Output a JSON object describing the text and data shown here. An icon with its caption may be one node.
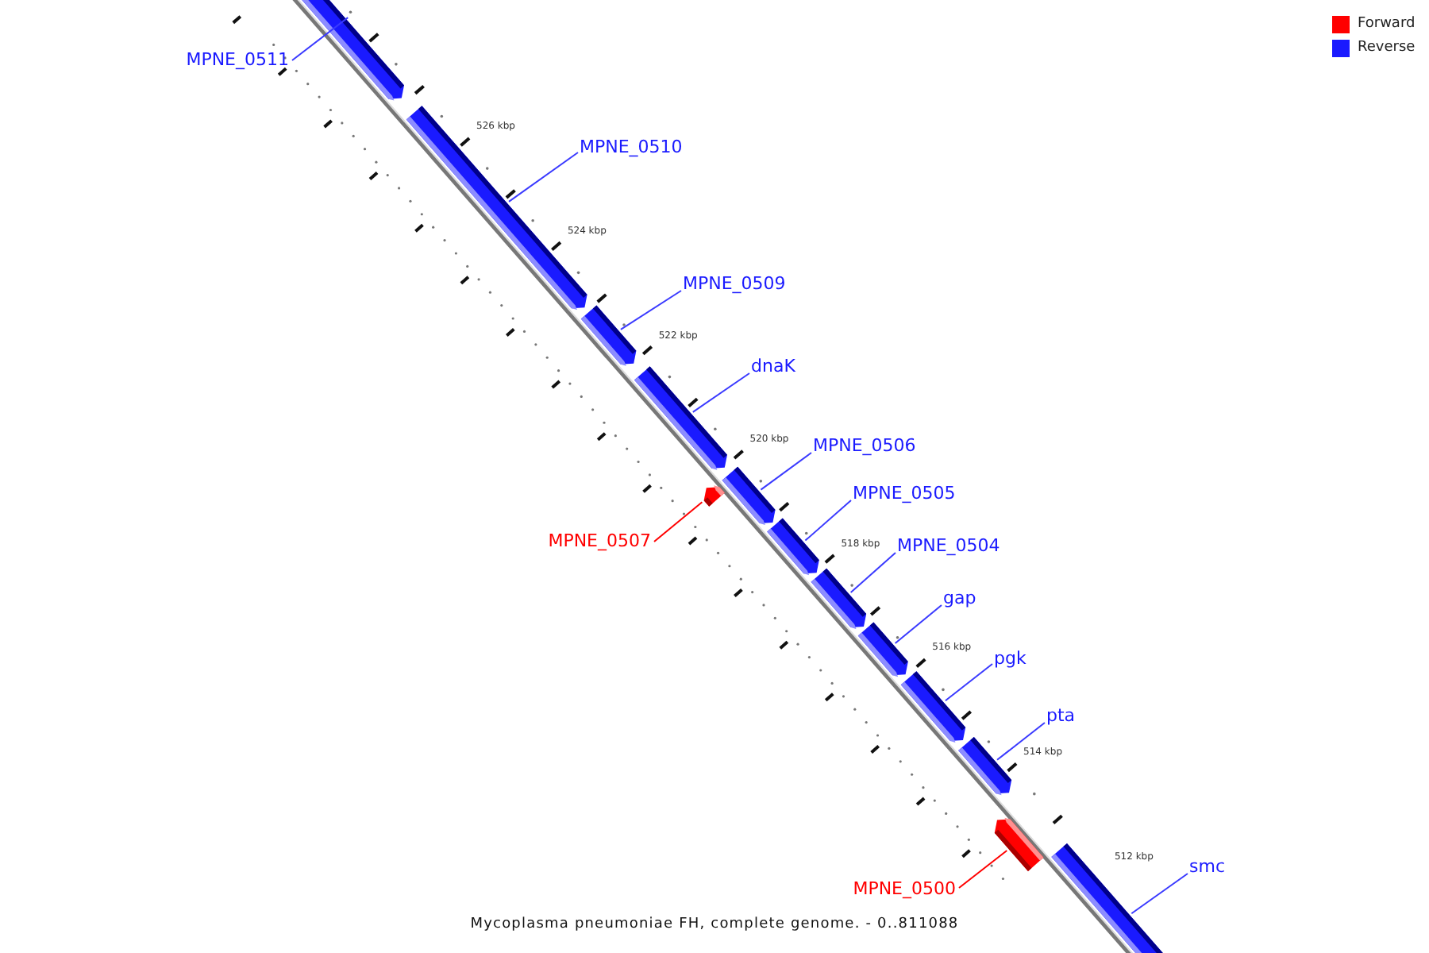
{
  "diagram": {
    "caption": "Mycoplasma pneumoniae FH, complete genome. - 0..811088",
    "nodes": [
      {
        "text": [
          "MPNE_0511"
        ]
      },
      {
        "text": [
          "MPNE_0510"
        ]
      },
      {
        "text": [
          "MPNE_0509"
        ]
      },
      {
        "text": [
          "dnaK"
        ]
      },
      {
        "text": [
          "MPNE_0506"
        ]
      },
      {
        "text": [
          "MPNE_0505"
        ]
      },
      {
        "text": [
          "MPNE_0507"
        ]
      },
      {
        "text": [
          "MPNE_0504"
        ]
      },
      {
        "text": [
          "gap"
        ]
      },
      {
        "text": [
          "pgk"
        ]
      },
      {
        "text": [
          "pta"
        ]
      },
      {
        "text": [
          "smc"
        ]
      },
      {
        "text": [
          "MPNE_0500"
        ]
      },
      {
        "text": [],
        "shape": "bar"
      },
      {
        "text": [],
        "shape": "bar"
      },
      {
        "text": [],
        "shape": "bar"
      },
      {
        "text": [],
        "shape": "bar"
      },
      {
        "text": [],
        "shape": "bar"
      },
      {
        "text": [],
        "shape": "bar"
      },
      {
        "text": [],
        "shape": "bar"
      },
      {
        "text": [],
        "shape": "bar"
      },
      {
        "text": [],
        "shape": "bar"
      },
      {
        "text": [],
        "shape": "bar"
      },
      {
        "text": [],
        "shape": "bar"
      },
      {
        "text": [],
        "shape": "bar"
      },
      {
        "text": [],
        "shape": "bar"
      }
    ],
    "edges": [
      {
        "from": 0,
        "to": 13,
        "arrow": "none"
      },
      {
        "from": 1,
        "to": 14,
        "arrow": "none"
      },
      {
        "from": 2,
        "to": 15,
        "arrow": "none"
      },
      {
        "from": 3,
        "to": 16,
        "arrow": "none"
      },
      {
        "from": 4,
        "to": 18,
        "arrow": "none"
      },
      {
        "from": 5,
        "to": 19,
        "arrow": "none"
      },
      {
        "from": 6,
        "to": 17,
        "arrow": "none",
        "color": "#ff0000"
      },
      {
        "from": 7,
        "to": 20,
        "arrow": "none"
      },
      {
        "from": 8,
        "to": 21,
        "arrow": "none"
      },
      {
        "from": 9,
        "to": 22,
        "arrow": "none"
      },
      {
        "from": 10,
        "to": 23,
        "arrow": "none"
      },
      {
        "from": 11,
        "to": 25,
        "arrow": "none"
      },
      {
        "from": 12,
        "to": 24,
        "arrow": "none",
        "color": "#ff0000"
      }
    ],
    "labels": [
      "526 kbp",
      "524 kbp",
      "522 kbp",
      "520 kbp",
      "518 kbp",
      "516 kbp",
      "514 kbp",
      "512 kbp"
    ],
    "legend": [
      {
        "text": "Forward",
        "color": "#ff0000"
      },
      {
        "text": "Reverse",
        "color": "#1a1aff"
      }
    ]
  }
}
